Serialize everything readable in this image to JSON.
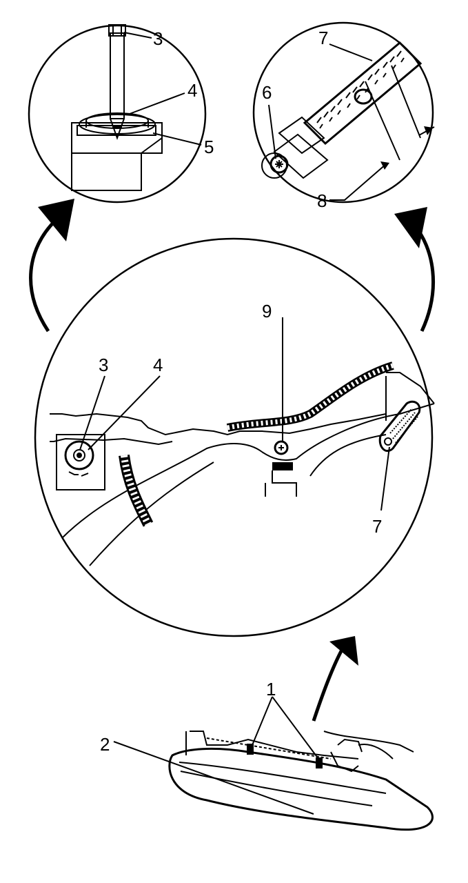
{
  "callouts": {
    "c1": "1",
    "c2": "2",
    "t3": "3",
    "t4": "4",
    "t5": "5",
    "r6": "6",
    "r7": "7",
    "r8": "8",
    "m3": "3",
    "m4": "4",
    "m9": "9",
    "m7": "7"
  }
}
